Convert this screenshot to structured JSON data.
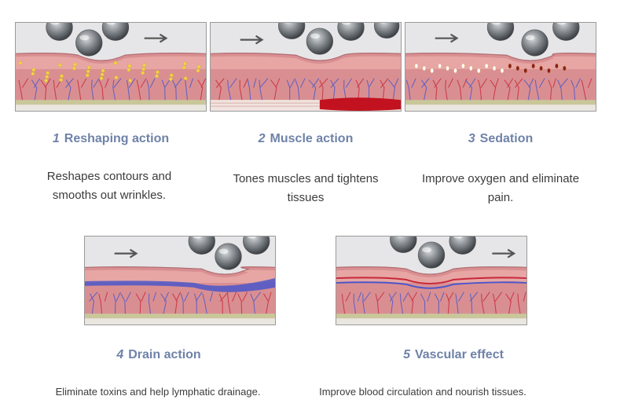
{
  "cards": [
    {
      "number": "1",
      "title": "Reshaping action",
      "description": "Reshapes contours and smooths out wrinkles."
    },
    {
      "number": "2",
      "title": "Muscle action",
      "description": "Tones muscles and tightens tissues"
    },
    {
      "number": "3",
      "title": "Sedation",
      "description": "Improve oxygen and eliminate pain."
    },
    {
      "number": "4",
      "title": "Drain action",
      "description": "Eliminate toxins and help lymphatic drainage."
    },
    {
      "number": "5",
      "title": "Vascular effect",
      "description": "Improve blood circulation and nourish tissues."
    }
  ],
  "colors": {
    "title": "#6f82a8",
    "text": "#3b3b3b",
    "skin": "#e8a9a6",
    "dermis": "#d98f92",
    "vein": "#4a56c9",
    "artery": "#c7283a",
    "fat": "#f2d24a"
  },
  "icons": [
    "roller-ball-icon",
    "direction-arrow-icon"
  ]
}
